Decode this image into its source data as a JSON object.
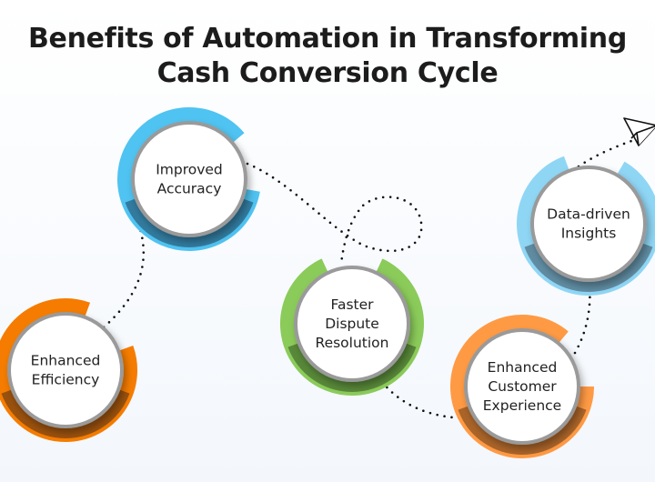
{
  "title": {
    "line1": "Benefits of Automation in Transforming",
    "line2": "Cash Conversion Cycle"
  },
  "benefits": [
    {
      "id": "enhanced-efficiency",
      "lines": [
        "Enhanced",
        "Efficiency"
      ],
      "color": "#f57c00",
      "dark": "#8a4a10"
    },
    {
      "id": "improved-accuracy",
      "lines": [
        "Improved",
        "Accuracy"
      ],
      "color": "#4fc3f1",
      "dark": "#2d6f91"
    },
    {
      "id": "faster-dispute-resolution",
      "lines": [
        "Faster",
        "Dispute",
        "Resolution"
      ],
      "color": "#8bcb5a",
      "dark": "#4f7d34"
    },
    {
      "id": "enhanced-customer-experience",
      "lines": [
        "Enhanced",
        "Customer",
        "Experience"
      ],
      "color": "#ff9a44",
      "dark": "#9b5a24"
    },
    {
      "id": "data-driven-insights",
      "lines": [
        "Data-driven",
        "Insights"
      ],
      "color": "#8fd6f5",
      "dark": "#587f93"
    }
  ],
  "icons": {
    "end": "paper-plane-icon"
  }
}
